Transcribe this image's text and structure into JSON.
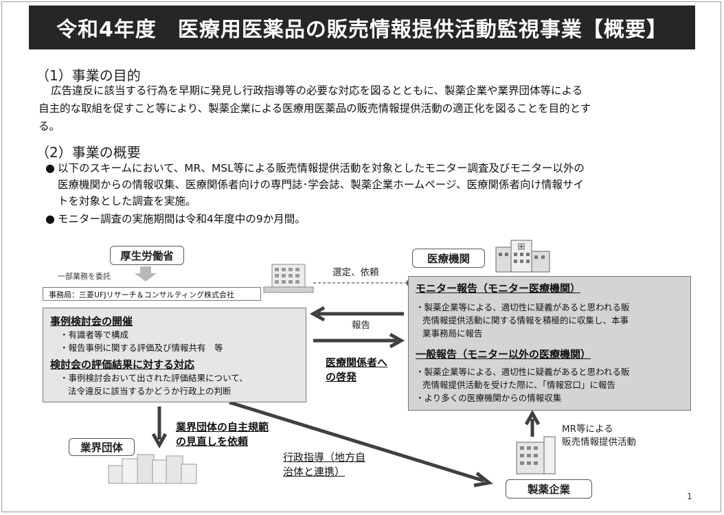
{
  "title": "令和4年度　医療用医薬品の販売情報提供活動監視事業【概要】",
  "section1": {
    "heading": "（1）事業の目的",
    "line1": "広告違反に該当する行為を早期に発見し行政指導等の必要な対応を図るとともに、製薬企業や業界団体等による",
    "line2": "自主的な取組を促すこと等により、製薬企業による医療用医薬品の販売情報提供活動の適正化を図ることを目的とす",
    "line3": "る。"
  },
  "section2": {
    "heading": "（2）事業の概要",
    "bullet_glyph": "●",
    "bullets": [
      {
        "line1": "以下のスキームにおいて、MR、MSL等による販売情報提供活動を対象としたモニター調査及びモニター以外の",
        "line2": "医療機関からの情報収集、医療関係者向けの専門誌･学会誌、製薬企業ホームページ、医療関係者向け情報サイ",
        "line3": "トを対象とした調査を実施。"
      },
      {
        "line1": "モニター調査の実施期間は令和4年度中の9か月間。"
      }
    ]
  },
  "diagram": {
    "mhlw": "厚生労働省",
    "delegate": "一部業務を委託",
    "secretariat": "事務局：三菱UFJリサーチ＆コンサルティング株式会社",
    "case_meeting": {
      "heading": "事例検討会の開催",
      "item1": "・有識者等で構成",
      "item2": "・報告事例に関する評価及び情報共有　等",
      "heading2": "検討会の評価結果に対する対応",
      "item3": "・事例検討会おいて出された評価結果について、",
      "item4": "法令違反に該当するかどうか行政上の判断"
    },
    "selection": "選定、依頼",
    "report": "報告",
    "awareness_l1": "医療関係者へ",
    "awareness_l2": "の啓発",
    "medical_institution": "医療機関",
    "monitor": {
      "heading": "モニター報告（モニター医療機関）",
      "line1": "・製薬企業等による、適切性に疑義があると思われる販",
      "line2": "売情報提供活動に関する情報を積極的に収集し、本事",
      "line3": "業事務局に報告",
      "heading2": "一般報告（モニター以外の医療機関）",
      "line4": "・製薬企業等による、適切性に疑義があると思われる販",
      "line5": "売情報提供活動を受けた際に、「情報窓口」に報告",
      "line6": "・より多くの医療機関からの情報収集"
    },
    "industry": "業界団体",
    "self_reg_l1": "業界団体の自主規範",
    "self_reg_l2": "の見直しを依頼",
    "admin_l1": "行政指導（地方自",
    "admin_l2": "治体と連携）",
    "mr_l1": "MR等による",
    "mr_l2": "販売情報提供活動",
    "pharma": "製薬企業",
    "page_number": "1"
  },
  "colors": {
    "title_bg": "#262626",
    "title_fg": "#ffffff",
    "box_gray": "#e6e6e6",
    "box_dark": "#d4d4d4",
    "arrow": "#404040"
  },
  "icons": [
    "building-icon",
    "hospital-icon",
    "office-icon",
    "documents-icon",
    "factory-icon"
  ]
}
